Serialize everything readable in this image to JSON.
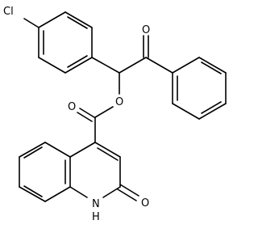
{
  "structure": {
    "atom_labels": {
      "chlorine": "Cl",
      "ketone_oxygen": "O",
      "ester_ether_oxygen": "O",
      "ester_carbonyl_oxygen": "O",
      "amide_oxygen": "O",
      "amide_nitrogen": "N",
      "amide_hydrogen": "H"
    }
  }
}
